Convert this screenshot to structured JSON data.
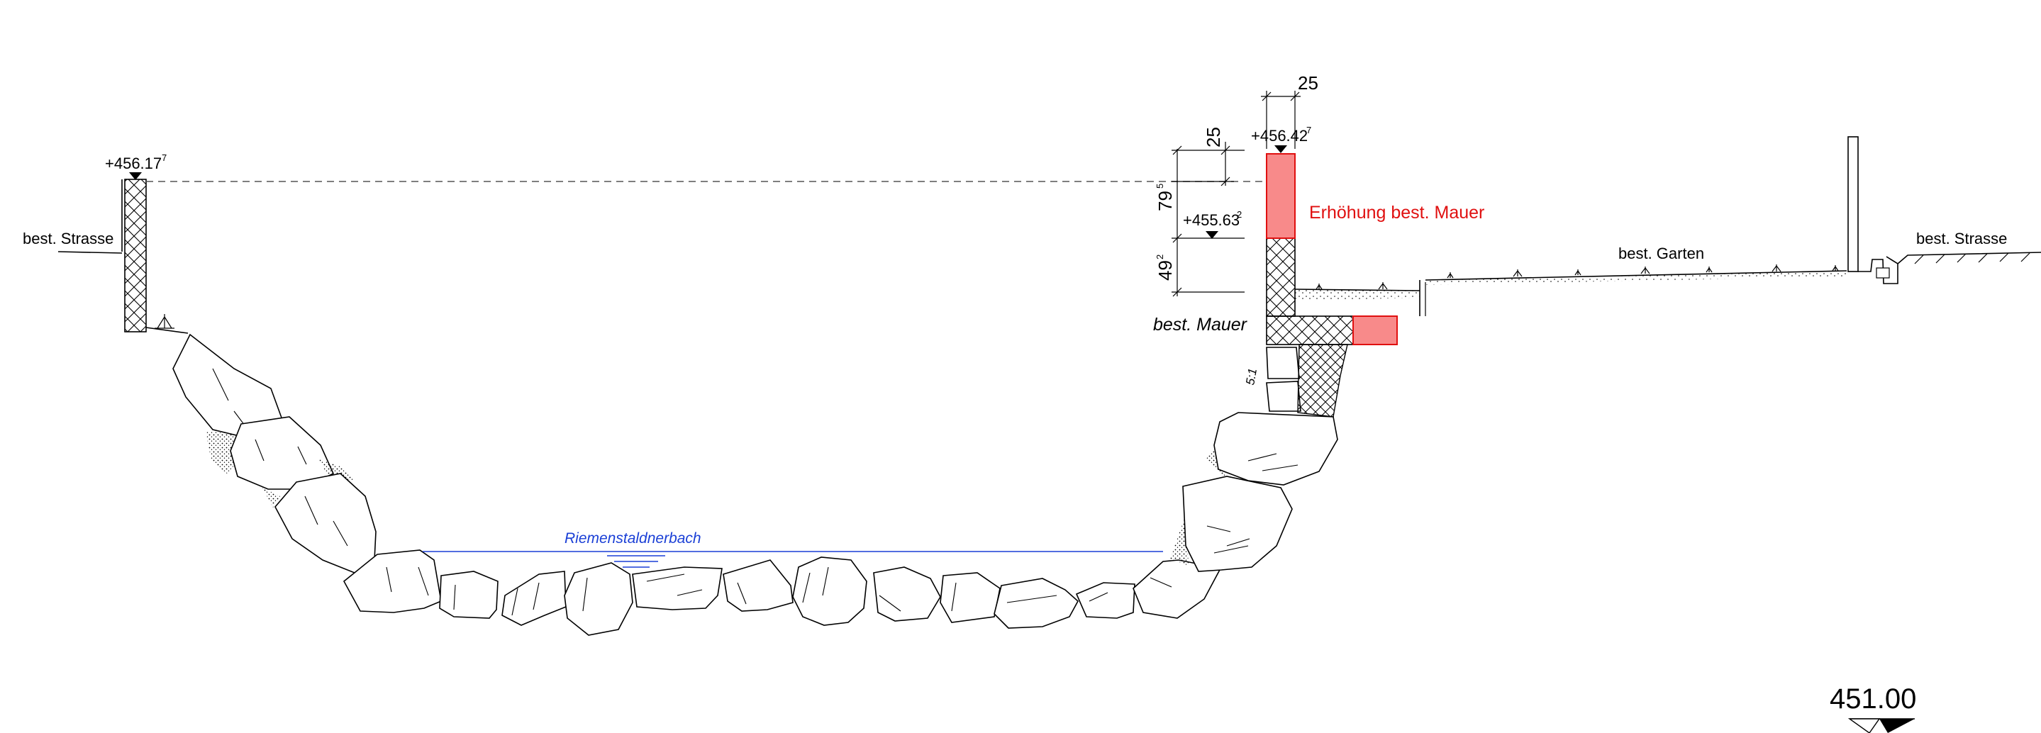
{
  "labels": {
    "left_road": "best. Strasse",
    "left_level": "+456.17",
    "left_level_sup": "7",
    "creek": "Riemenstaldnerbach",
    "top_dim": "25",
    "top_level": "+456.42",
    "top_level_sup": "7",
    "dim_25": "25",
    "dim_79": "79",
    "dim_79_sup": "5",
    "dim_49": "49",
    "dim_49_sup": "2",
    "wall_level": "+455.63",
    "wall_level_sup": "2",
    "raise_label": "Erhöhung best. Mauer",
    "wall_label": "best. Mauer",
    "slope": "5:1",
    "garden": "best. Garten",
    "right_road": "best. Strasse",
    "ref_level": "451.00"
  },
  "colors": {
    "raise_fill": "#f88a8a",
    "raise_stroke": "#e01010",
    "water_line": "#1a3fd6",
    "linework": "#000000"
  },
  "icons": [
    "level-marker-icon",
    "water-level-icon",
    "grass-tuft-icon",
    "section-arrow-icon"
  ]
}
